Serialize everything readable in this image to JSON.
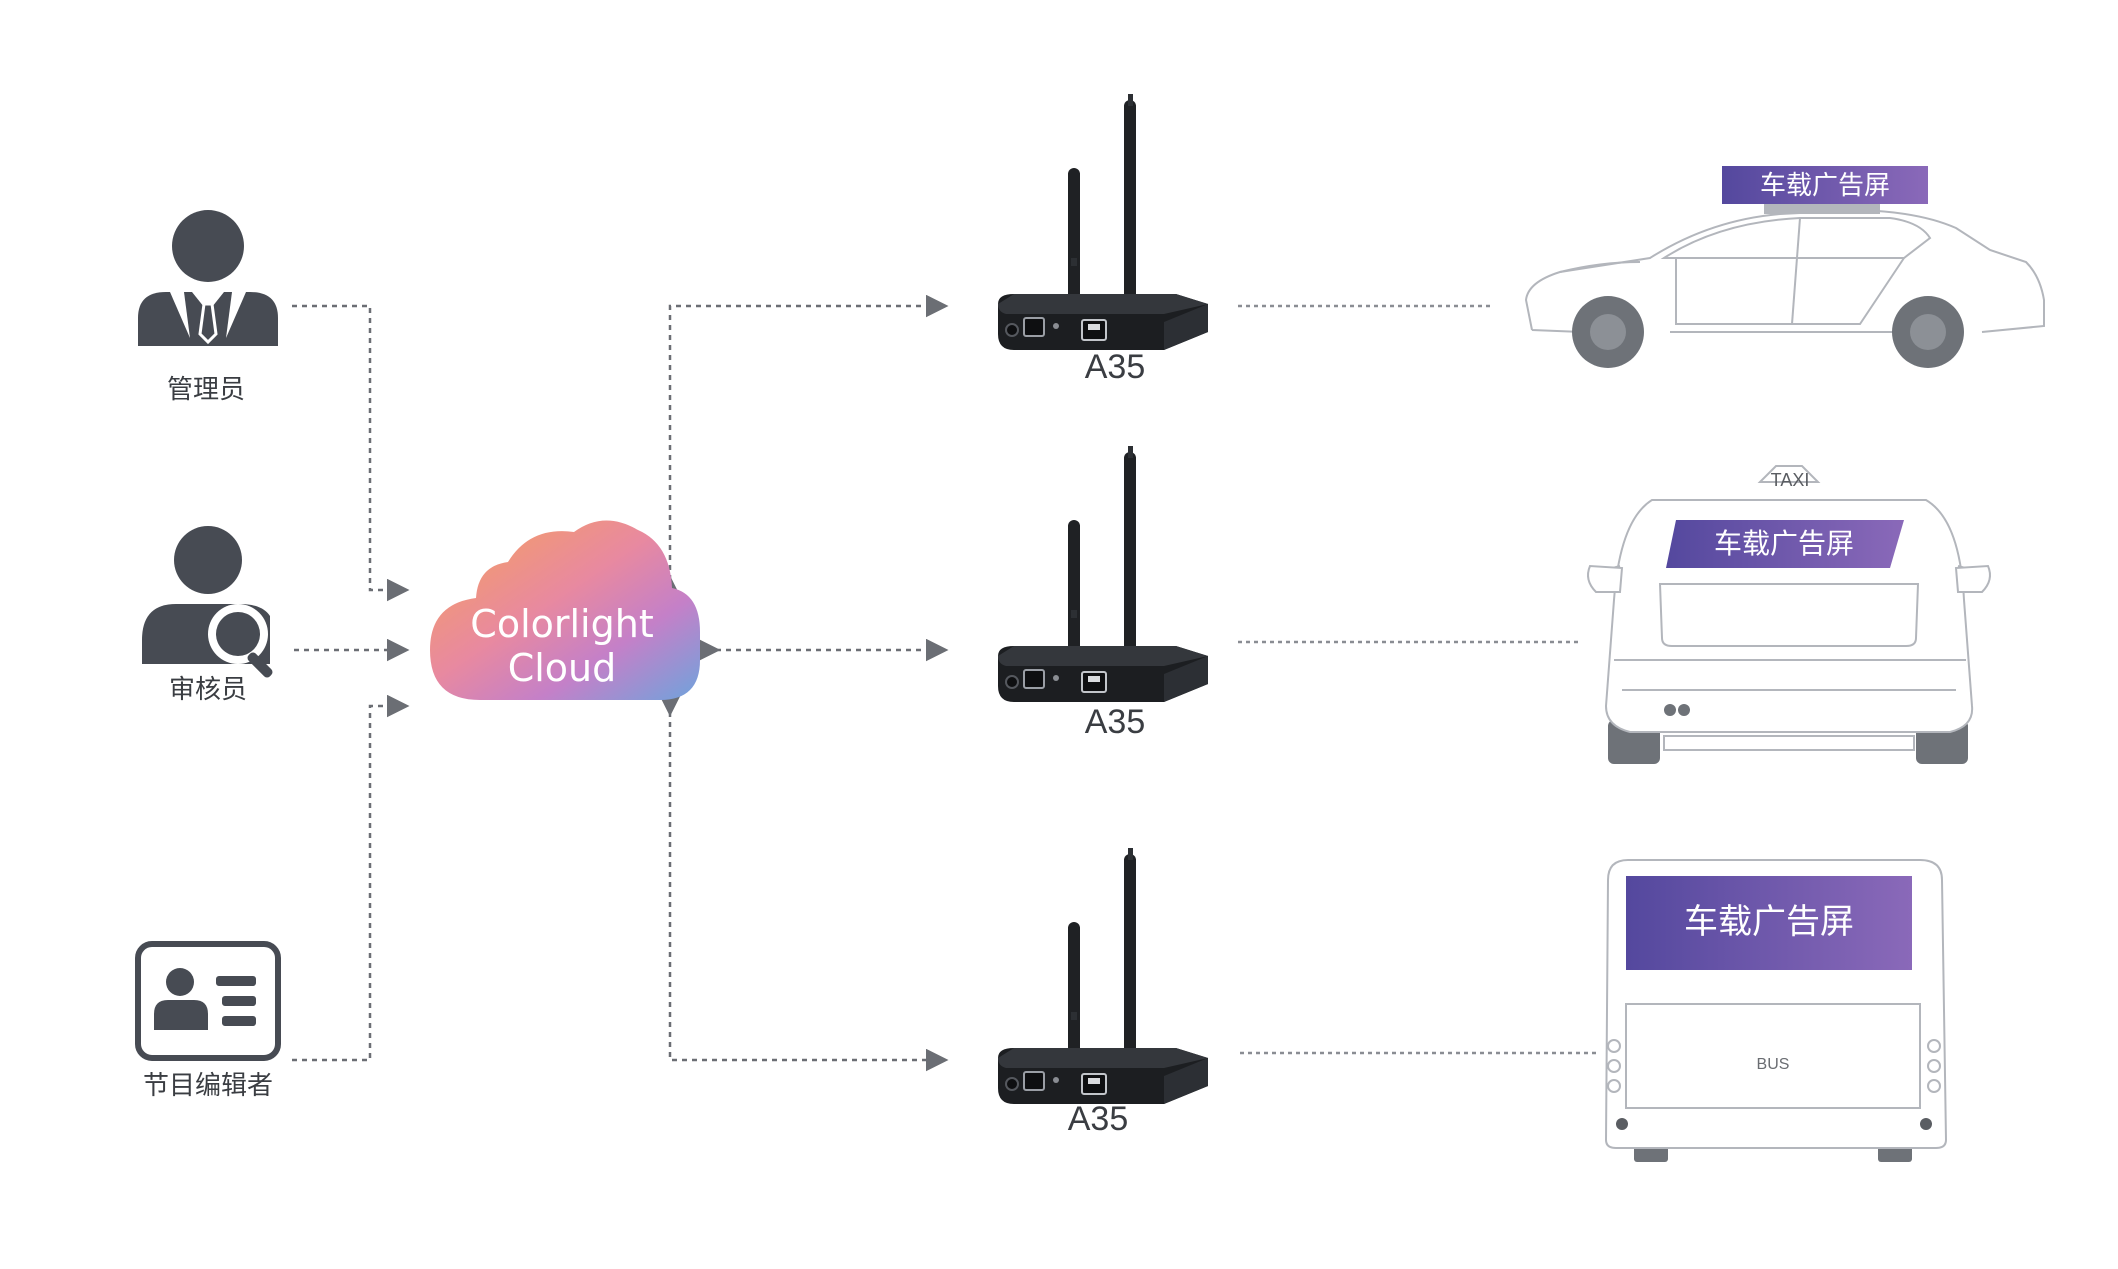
{
  "roles": [
    {
      "key": "admin",
      "label": "管理员",
      "icon": "admin-user-icon"
    },
    {
      "key": "auditor",
      "label": "审核员",
      "icon": "auditor-search-icon"
    },
    {
      "key": "editor",
      "label": "节目编辑者",
      "icon": "id-card-icon"
    }
  ],
  "cloud": {
    "line1": "Colorlight",
    "line2": "Cloud",
    "gradient": [
      "#f7a25a",
      "#e889a0",
      "#c480c8",
      "#6fa3dc"
    ]
  },
  "devices": [
    {
      "label": "A35",
      "icon": "router-icon"
    },
    {
      "label": "A35",
      "icon": "router-icon"
    },
    {
      "label": "A35",
      "icon": "router-icon"
    }
  ],
  "vehicles": [
    {
      "type": "sedan",
      "icon": "car-side-icon",
      "screen_label": "车载广告屏"
    },
    {
      "type": "taxi",
      "icon": "taxi-rear-icon",
      "roof_label": "TAXI",
      "screen_label": "车载广告屏"
    },
    {
      "type": "bus",
      "icon": "bus-front-icon",
      "screen_label": "车载广告屏",
      "plate_label": "BUS"
    }
  ],
  "colors": {
    "icon_dark": "#474b53",
    "arrow": "#6b6e74",
    "screen_start": "#5a4ba3",
    "screen_end": "#8a68b8",
    "outline": "#b9bcc2",
    "wheel": "#6e7278"
  }
}
